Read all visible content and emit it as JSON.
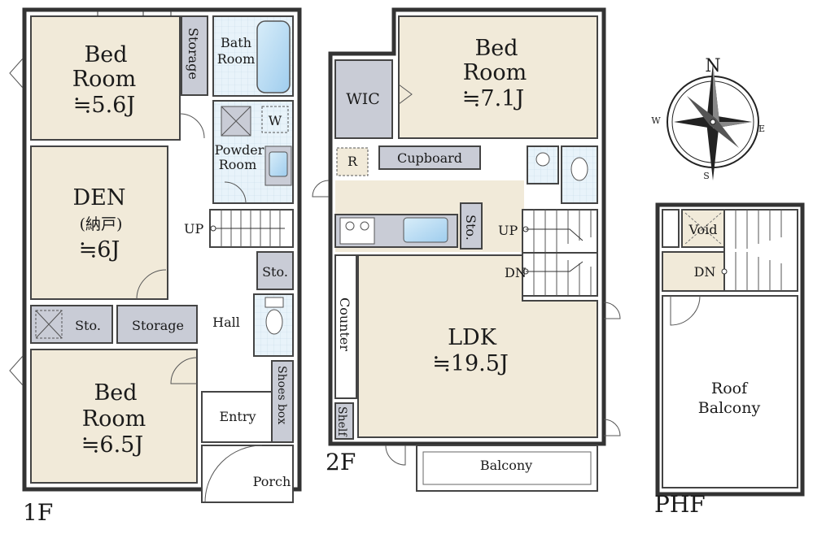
{
  "floors": {
    "f1": "1F",
    "f2": "2F",
    "phf": "PHF"
  },
  "rooms_1f": {
    "bed1_l1": "Bed",
    "bed1_l2": "Room",
    "bed1_size": "≒5.6J",
    "storage_v": "Storage",
    "bath_l1": "Bath",
    "bath_l2": "Room",
    "w": "W",
    "powder_l1": "Powder",
    "powder_l2": "Room",
    "den": "DEN",
    "den_jp": "(納戸)",
    "den_size": "≒6J",
    "up": "UP",
    "sto_small": "Sto.",
    "sto_left": "Sto.",
    "storage_h": "Storage",
    "hall": "Hall",
    "bed2_l1": "Bed",
    "bed2_l2": "Room",
    "bed2_size": "≒6.5J",
    "shoes": "Shoes box",
    "entry": "Entry",
    "porch": "Porch"
  },
  "rooms_2f": {
    "wic": "WIC",
    "bed_l1": "Bed",
    "bed_l2": "Room",
    "bed_size": "≒7.1J",
    "r": "R",
    "cupboard": "Cupboard",
    "sto": "Sto.",
    "up": "UP",
    "dn": "DN",
    "counter": "Counter",
    "ldk": "LDK",
    "ldk_size": "≒19.5J",
    "shelf": "Shelf",
    "balcony": "Balcony"
  },
  "rooms_phf": {
    "void": "Void",
    "dn": "DN",
    "roof_l1": "Roof",
    "roof_l2": "Balcony"
  },
  "compass": {
    "n": "N",
    "s": "S",
    "e": "E",
    "w": "W"
  },
  "colors": {
    "room_fill": "#f1ead9",
    "wet_fill": "#e4f1fa",
    "storage_fill": "#c9ccd6",
    "wall": "#333333"
  }
}
